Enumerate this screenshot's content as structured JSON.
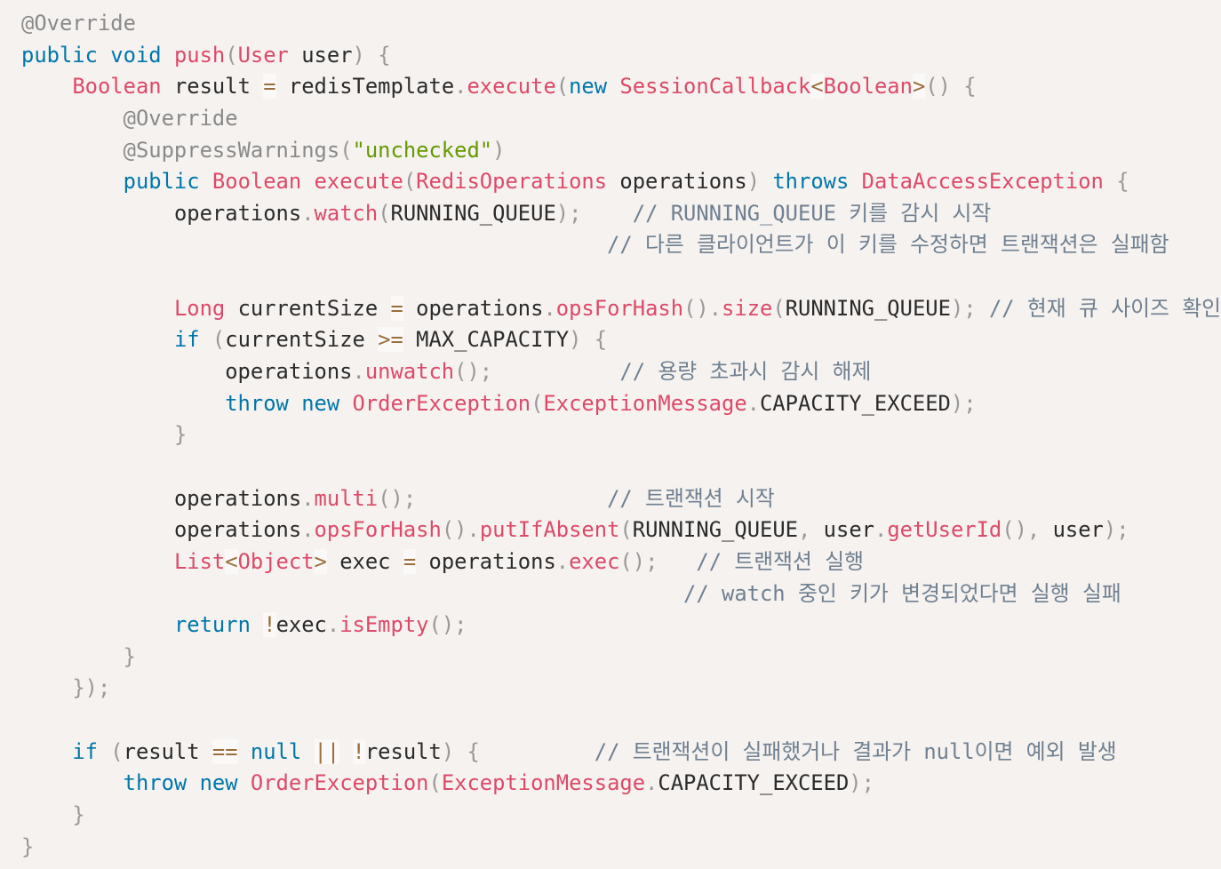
{
  "colors": {
    "background": "#f5f2f0",
    "keyword": "#0077aa",
    "function": "#dd4a68",
    "string": "#669900",
    "operator": "#9a6e3a",
    "punctuation": "#999999",
    "comment": "#708090"
  },
  "code": {
    "lines": [
      "@Override",
      "public void push(User user) {",
      "    Boolean result = redisTemplate.execute(new SessionCallback<Boolean>() {",
      "        @Override",
      "        @SuppressWarnings(\"unchecked\")",
      "        public Boolean execute(RedisOperations operations) throws DataAccessException {",
      "            operations.watch(RUNNING_QUEUE);    // RUNNING_QUEUE 키를 감시 시작",
      "                                              // 다른 클라이언트가 이 키를 수정하면 트랜잭션은 실패함",
      "",
      "            Long currentSize = operations.opsForHash().size(RUNNING_QUEUE); // 현재 큐 사이즈 확인",
      "            if (currentSize >= MAX_CAPACITY) {",
      "                operations.unwatch();          // 용량 초과시 감시 해제",
      "                throw new OrderException(ExceptionMessage.CAPACITY_EXCEED);",
      "            }",
      "",
      "            operations.multi();               // 트랜잭션 시작",
      "            operations.opsForHash().putIfAbsent(RUNNING_QUEUE, user.getUserId(), user);",
      "            List<Object> exec = operations.exec();   // 트랜잭션 실행",
      "                                                    // watch 중인 키가 변경되었다면 실행 실패",
      "            return !exec.isEmpty();",
      "        }",
      "    });",
      "",
      "    if (result == null || !result) {         // 트랜잭션이 실패했거나 결과가 null이면 예외 발생",
      "        throw new OrderException(ExceptionMessage.CAPACITY_EXCEED);",
      "    }",
      "}"
    ]
  }
}
